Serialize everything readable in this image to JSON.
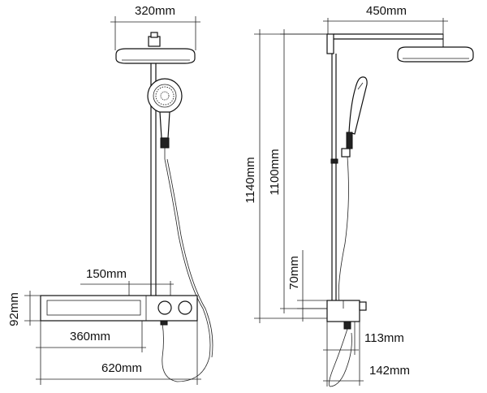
{
  "front_view": {
    "dims": {
      "head_width": "320mm",
      "panel_offset": "150mm",
      "panel_height": "92mm",
      "panel_width": "360mm",
      "overall_width": "620mm"
    }
  },
  "side_view": {
    "dims": {
      "arm_reach": "450mm",
      "total_height": "1140mm",
      "pipe_height": "1100mm",
      "panel_drop": "70mm",
      "depth_a": "113mm",
      "depth_b": "142mm"
    }
  }
}
